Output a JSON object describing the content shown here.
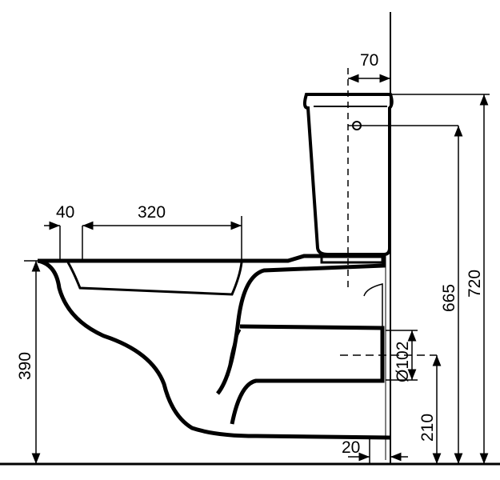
{
  "title": "Wall-hung WC with close-coupled cistern – side elevation",
  "unit": "mm",
  "dimensions": {
    "cistern_offset": "70",
    "rim_front": "40",
    "opening_length": "320",
    "total_height": "720",
    "inlet_height": "665",
    "rim_height": "390",
    "outlet_diameter": "Ø102",
    "outlet_height": "210",
    "wall_gap": "20"
  },
  "colors": {
    "line": "#000000",
    "background": "#ffffff"
  }
}
